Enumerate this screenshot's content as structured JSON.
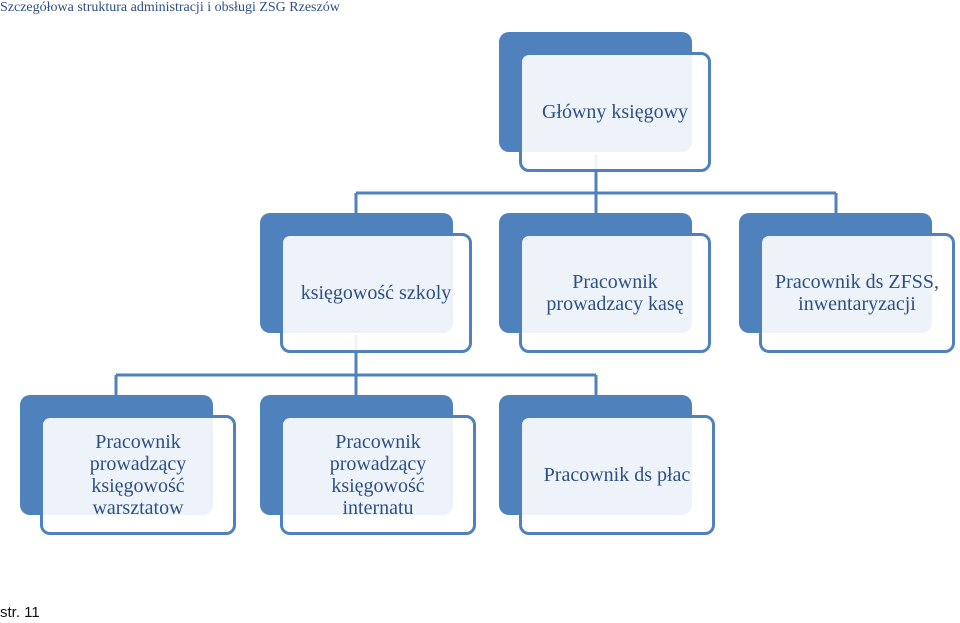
{
  "header": {
    "title": "Szczegółowa struktura administracji i obsługi ZSG Rzeszów"
  },
  "footer": {
    "page_number": "str. 11"
  },
  "colors": {
    "box_fill": "#4f81bd",
    "box_border": "#4f81bd",
    "connector": "#4f81bd",
    "text": "#2d4f82"
  },
  "org_chart": {
    "root": {
      "lines": [
        "Główny księgowy"
      ]
    },
    "level2": [
      {
        "lines": [
          "księgowość szkoly"
        ]
      },
      {
        "lines": [
          "Pracownik",
          "prowadzacy kasę"
        ]
      },
      {
        "lines": [
          "Pracownik ds ZFSS,",
          "inwentaryzacji"
        ]
      }
    ],
    "level3": [
      {
        "lines": [
          "Pracownik",
          "prowadzący",
          "księgowość",
          "warsztatow"
        ]
      },
      {
        "lines": [
          "Pracownik",
          "prowadzący",
          "księgowość",
          "internatu"
        ]
      },
      {
        "lines": [
          "Pracownik ds płac"
        ]
      }
    ]
  }
}
